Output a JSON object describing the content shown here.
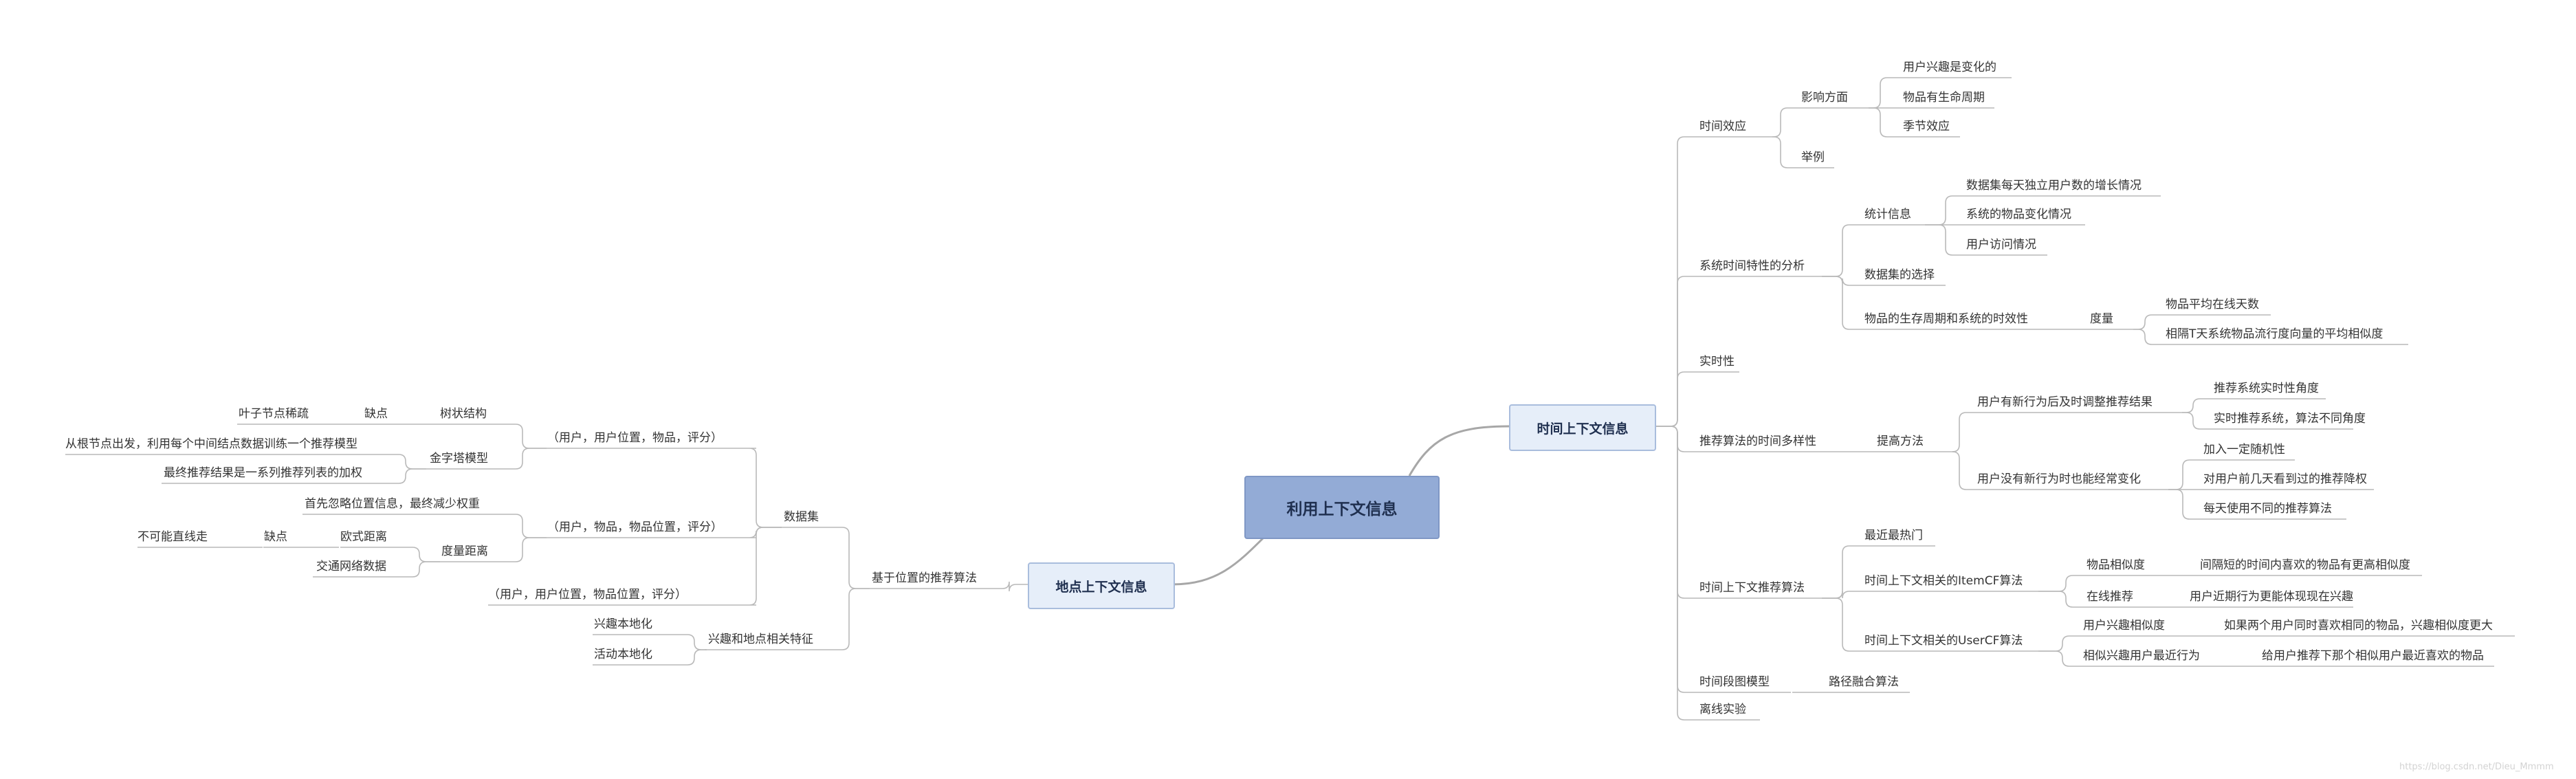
{
  "root": {
    "label": "利用上下文信息"
  },
  "time": {
    "label": "时间上下文信息",
    "effect": {
      "label": "时间效应",
      "influence": {
        "label": "影响方面",
        "i1": "用户兴趣是变化的",
        "i2": "物品有生命周期",
        "i3": "季节效应"
      },
      "example": "举例"
    },
    "analysis": {
      "label": "系统时间特性的分析",
      "stats": {
        "label": "统计信息",
        "s1": "数据集每天独立用户数的增长情况",
        "s2": "系统的物品变化情况",
        "s3": "用户访问情况"
      },
      "dataset_choice": "数据集的选择",
      "lifecycle": {
        "label": "物品的生存周期和系统的时效性",
        "measure": {
          "label": "度量",
          "m1": "物品平均在线天数",
          "m2": "相隔T天系统物品流行度向量的平均相似度"
        }
      }
    },
    "realtime": "实时性",
    "diversity": {
      "label": "推荐算法的时间多样性",
      "improve": {
        "label": "提高方法",
        "new_behavior": {
          "label": "用户有新行为后及时调整推荐结果",
          "n1": "推荐系统实时性角度",
          "n2": "实时推荐系统，算法不同角度"
        },
        "no_behavior": {
          "label": "用户没有新行为时也能经常变化",
          "b1": "加入一定随机性",
          "b2": "对用户前几天看到过的推荐降权",
          "b3": "每天使用不同的推荐算法"
        }
      }
    },
    "algo": {
      "label": "时间上下文推荐算法",
      "popular": "最近最热门",
      "itemcf": {
        "label": "时间上下文相关的ItemCF算法",
        "sim": {
          "label": "物品相似度",
          "desc": "间隔短的时间内喜欢的物品有更高相似度"
        },
        "online": {
          "label": "在线推荐",
          "desc": "用户近期行为更能体现现在兴趣"
        }
      },
      "usercf": {
        "label": "时间上下文相关的UserCF算法",
        "sim": {
          "label": "用户兴趣相似度",
          "desc": "如果两个用户同时喜欢相同的物品，兴趣相似度更大"
        },
        "recent": {
          "label": "相似兴趣用户最近行为",
          "desc": "给用户推荐下那个相似用户最近喜欢的物品"
        }
      }
    },
    "segment": {
      "label": "时间段图模型",
      "path": "路径融合算法"
    },
    "offline": "离线实验"
  },
  "location": {
    "label": "地点上下文信息",
    "lbs": {
      "label": "基于位置的推荐算法",
      "dataset": {
        "label": "数据集",
        "t1": {
          "label": "（用户，用户位置，物品，评分）",
          "tree": {
            "label": "树状结构",
            "defect": {
              "label": "缺点",
              "leaf": "叶子节点稀疏"
            }
          },
          "pyramid": {
            "label": "金字塔模型",
            "p1": "从根节点出发，利用每个中间结点数据训练一个推荐模型",
            "p2": "最终推荐结果是一系列推荐列表的加权"
          }
        },
        "t2": {
          "label": "（用户，物品，物品位置，评分）",
          "ignore": "首先忽略位置信息，最终减少权重",
          "distance": {
            "label": "度量距离",
            "euclid": {
              "label": "欧式距离",
              "defect": {
                "label": "缺点",
                "straight": "不可能直线走"
              }
            },
            "traffic": "交通网络数据"
          }
        },
        "t3": {
          "label": "（用户，用户位置，物品位置，评分）"
        }
      },
      "interest": {
        "label": "兴趣和地点相关特征",
        "local1": "兴趣本地化",
        "local2": "活动本地化"
      }
    }
  },
  "watermark": "https://blog.csdn.net/Dieu_Mmmm"
}
